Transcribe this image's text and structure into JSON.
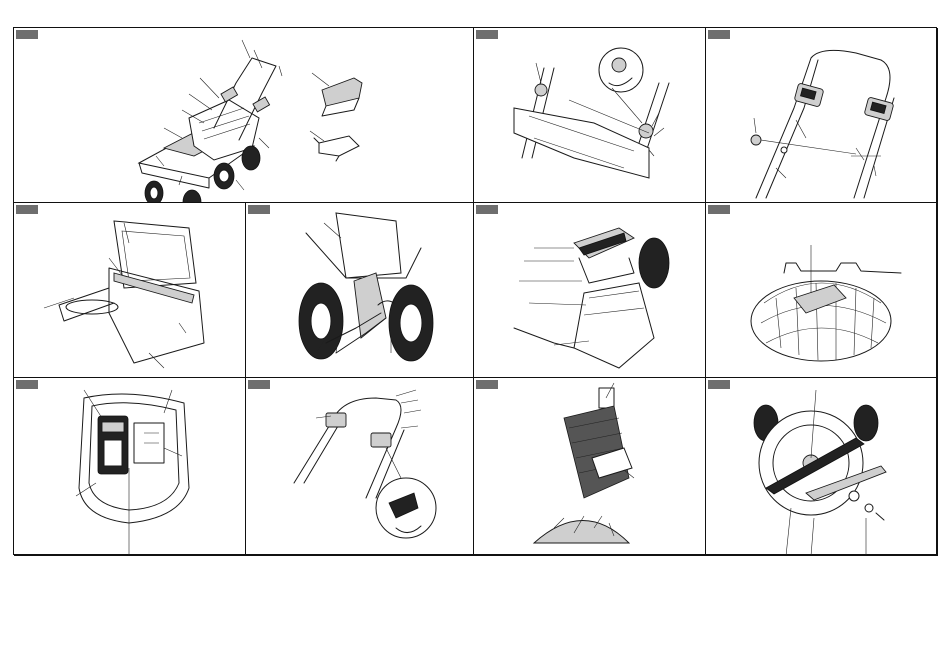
{
  "document": {
    "type": "assembly-instruction-figures",
    "rows": 3,
    "columns": 4,
    "step_labels_visible": false
  },
  "panels": [
    {
      "id": "overview",
      "content": "mower-overview-with-attachments",
      "leaders": 11
    },
    {
      "id": "handle-knobs",
      "content": "handle-frame-with-knob",
      "leaders": 6
    },
    {
      "id": "control-box",
      "content": "handle-with-battery-control-box",
      "leaders": 4
    },
    {
      "id": "bag-frame",
      "content": "grass-bag-frame",
      "leaders": 5
    },
    {
      "id": "mulch-plug",
      "content": "mulch-plug-installation",
      "leaders": 4
    },
    {
      "id": "side-chute",
      "content": "side-discharge-chute",
      "leaders": 5
    },
    {
      "id": "wheel",
      "content": "rear-wheel-closeup",
      "leaders": 1
    },
    {
      "id": "battery-bay",
      "content": "battery-compartment-top-view",
      "leaders": 5
    },
    {
      "id": "start-lever",
      "content": "handle-start-bail-lever",
      "leaders": 5
    },
    {
      "id": "empty-bag",
      "content": "emptying-grass-bag",
      "leaders": 2
    },
    {
      "id": "blade",
      "content": "blade-removal-underside",
      "leaders": 4
    }
  ],
  "colors": {
    "line": "#1a1a1a",
    "tag": "#6e6e6e",
    "shade": "#cfcfcf",
    "dark": "#555555"
  }
}
